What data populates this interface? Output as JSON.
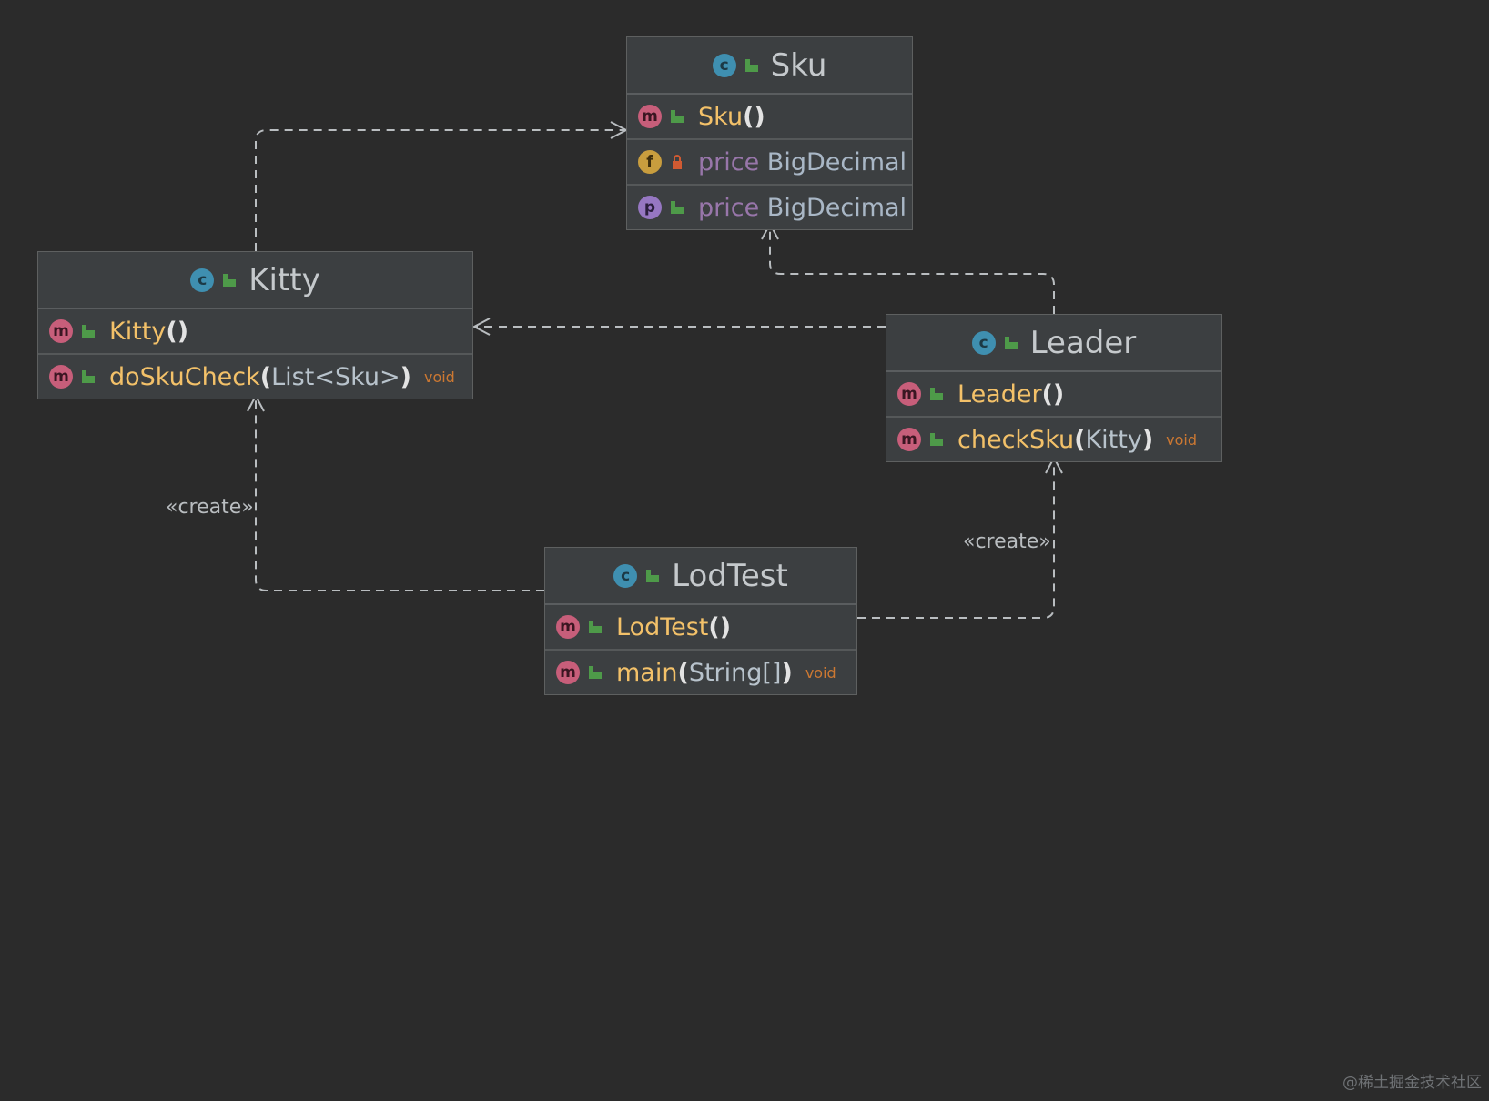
{
  "classes": {
    "sku": {
      "name": "Sku",
      "members": [
        {
          "kind": "m",
          "name": "Sku",
          "paren_open": "(",
          "paren_close": ")",
          "param": "",
          "ret": ""
        },
        {
          "kind": "f",
          "name": "price",
          "type": "BigDecimal"
        },
        {
          "kind": "p",
          "name": "price",
          "type": "BigDecimal"
        }
      ]
    },
    "kitty": {
      "name": "Kitty",
      "members": [
        {
          "kind": "m",
          "name": "Kitty",
          "paren_open": "(",
          "paren_close": ")",
          "param": "",
          "ret": ""
        },
        {
          "kind": "m",
          "name": "doSkuCheck",
          "paren_open": "(",
          "paren_close": ")",
          "param": "List<Sku>",
          "ret": "void"
        }
      ]
    },
    "leader": {
      "name": "Leader",
      "members": [
        {
          "kind": "m",
          "name": "Leader",
          "paren_open": "(",
          "paren_close": ")",
          "param": "",
          "ret": ""
        },
        {
          "kind": "m",
          "name": "checkSku",
          "paren_open": "(",
          "paren_close": ")",
          "param": "Kitty",
          "ret": "void"
        }
      ]
    },
    "lodtest": {
      "name": "LodTest",
      "members": [
        {
          "kind": "m",
          "name": "LodTest",
          "paren_open": "(",
          "paren_close": ")",
          "param": "",
          "ret": ""
        },
        {
          "kind": "m",
          "name": "main",
          "paren_open": "(",
          "paren_close": ")",
          "param": "String[]",
          "ret": "void"
        }
      ]
    }
  },
  "badges": {
    "class": "c",
    "method": "m",
    "field": "f",
    "property": "p"
  },
  "edges": [
    {
      "from": "Kitty",
      "to": "Sku",
      "style": "dashed",
      "label": ""
    },
    {
      "from": "Leader",
      "to": "Sku",
      "style": "dashed",
      "label": ""
    },
    {
      "from": "Leader",
      "to": "Kitty",
      "style": "dashed",
      "label": ""
    },
    {
      "from": "LodTest",
      "to": "Kitty",
      "style": "dashed",
      "label": "«create»"
    },
    {
      "from": "LodTest",
      "to": "Leader",
      "style": "dashed",
      "label": "«create»"
    }
  ],
  "watermark": "@稀土掘金技术社区",
  "colors": {
    "background": "#2b2b2b",
    "node": "#3c3f41",
    "method_name": "#f3c169",
    "field_name": "#9876aa",
    "return_type": "#cc7832",
    "edge": "#b9bdc0",
    "visibility_public": "#4e9a49",
    "visibility_private": "#d05a32"
  }
}
